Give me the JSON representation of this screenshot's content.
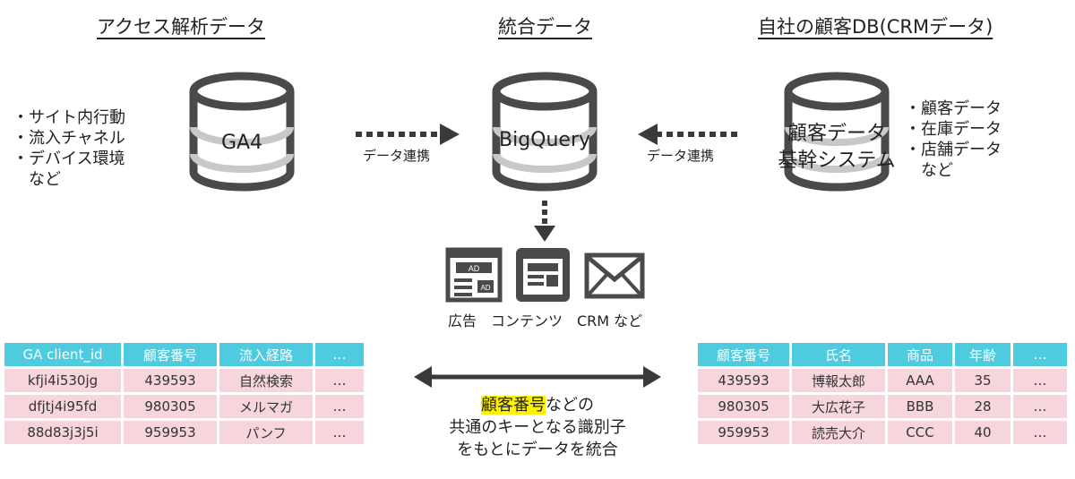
{
  "headings": {
    "left": "アクセス解析データ",
    "center": "統合データ",
    "right": "自社の顧客DB(CRMデータ)"
  },
  "databases": {
    "ga4": "GA4",
    "bigquery": "BigQuery",
    "crm_line1": "顧客データ",
    "crm_line2": "基幹システム"
  },
  "left_bullets": [
    "・サイト内行動",
    "・流入チャネル",
    "・デバイス環境",
    "　など"
  ],
  "right_bullets": [
    "・顧客データ",
    "・在庫データ",
    "・店舗データ",
    "　など"
  ],
  "links": {
    "left": "データ連携",
    "right": "データ連携"
  },
  "output_icons": {
    "ad_icon_text": "AD",
    "labels": "広告　コンテンツ　CRM など"
  },
  "left_table": {
    "headers": [
      "GA client_id",
      "顧客番号",
      "流入経路",
      "…"
    ],
    "rows": [
      [
        "kfji4i530jg",
        "439593",
        "自然検索",
        "…"
      ],
      [
        "dfjtj4i95fd",
        "980305",
        "メルマガ",
        "…"
      ],
      [
        "88d83j3j5i",
        "959953",
        "パンフ",
        "…"
      ]
    ]
  },
  "right_table": {
    "headers": [
      "顧客番号",
      "氏名",
      "商品",
      "年齢",
      "…"
    ],
    "rows": [
      [
        "439593",
        "博報太郎",
        "AAA",
        "35",
        "…"
      ],
      [
        "980305",
        "大広花子",
        "BBB",
        "28",
        "…"
      ],
      [
        "959953",
        "読売大介",
        "CCC",
        "40",
        "…"
      ]
    ]
  },
  "center_note": {
    "highlight": "顧客番号",
    "line1_rest": "などの",
    "line2": "共通のキーとなる識別子",
    "line3": "をもとにデータを統合"
  },
  "colors": {
    "table_header": "#4fcbe0",
    "table_cell": "#f6d5dd",
    "highlight": "#fff200",
    "icon_dark": "#4a4a4a"
  }
}
